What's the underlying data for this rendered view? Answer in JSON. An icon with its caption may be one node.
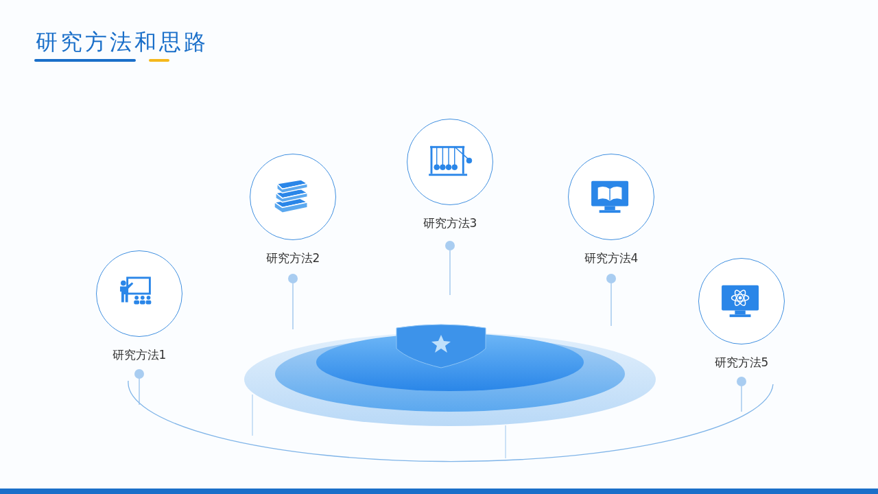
{
  "diagram": {
    "title": "研究方法和思路",
    "nodes": [
      {
        "text": [
          "研究方法1"
        ]
      },
      {
        "text": [
          "研究方法2"
        ]
      },
      {
        "text": [
          "研究方法3"
        ]
      },
      {
        "text": [
          "研究方法4"
        ]
      },
      {
        "text": [
          "研究方法5"
        ]
      }
    ]
  }
}
